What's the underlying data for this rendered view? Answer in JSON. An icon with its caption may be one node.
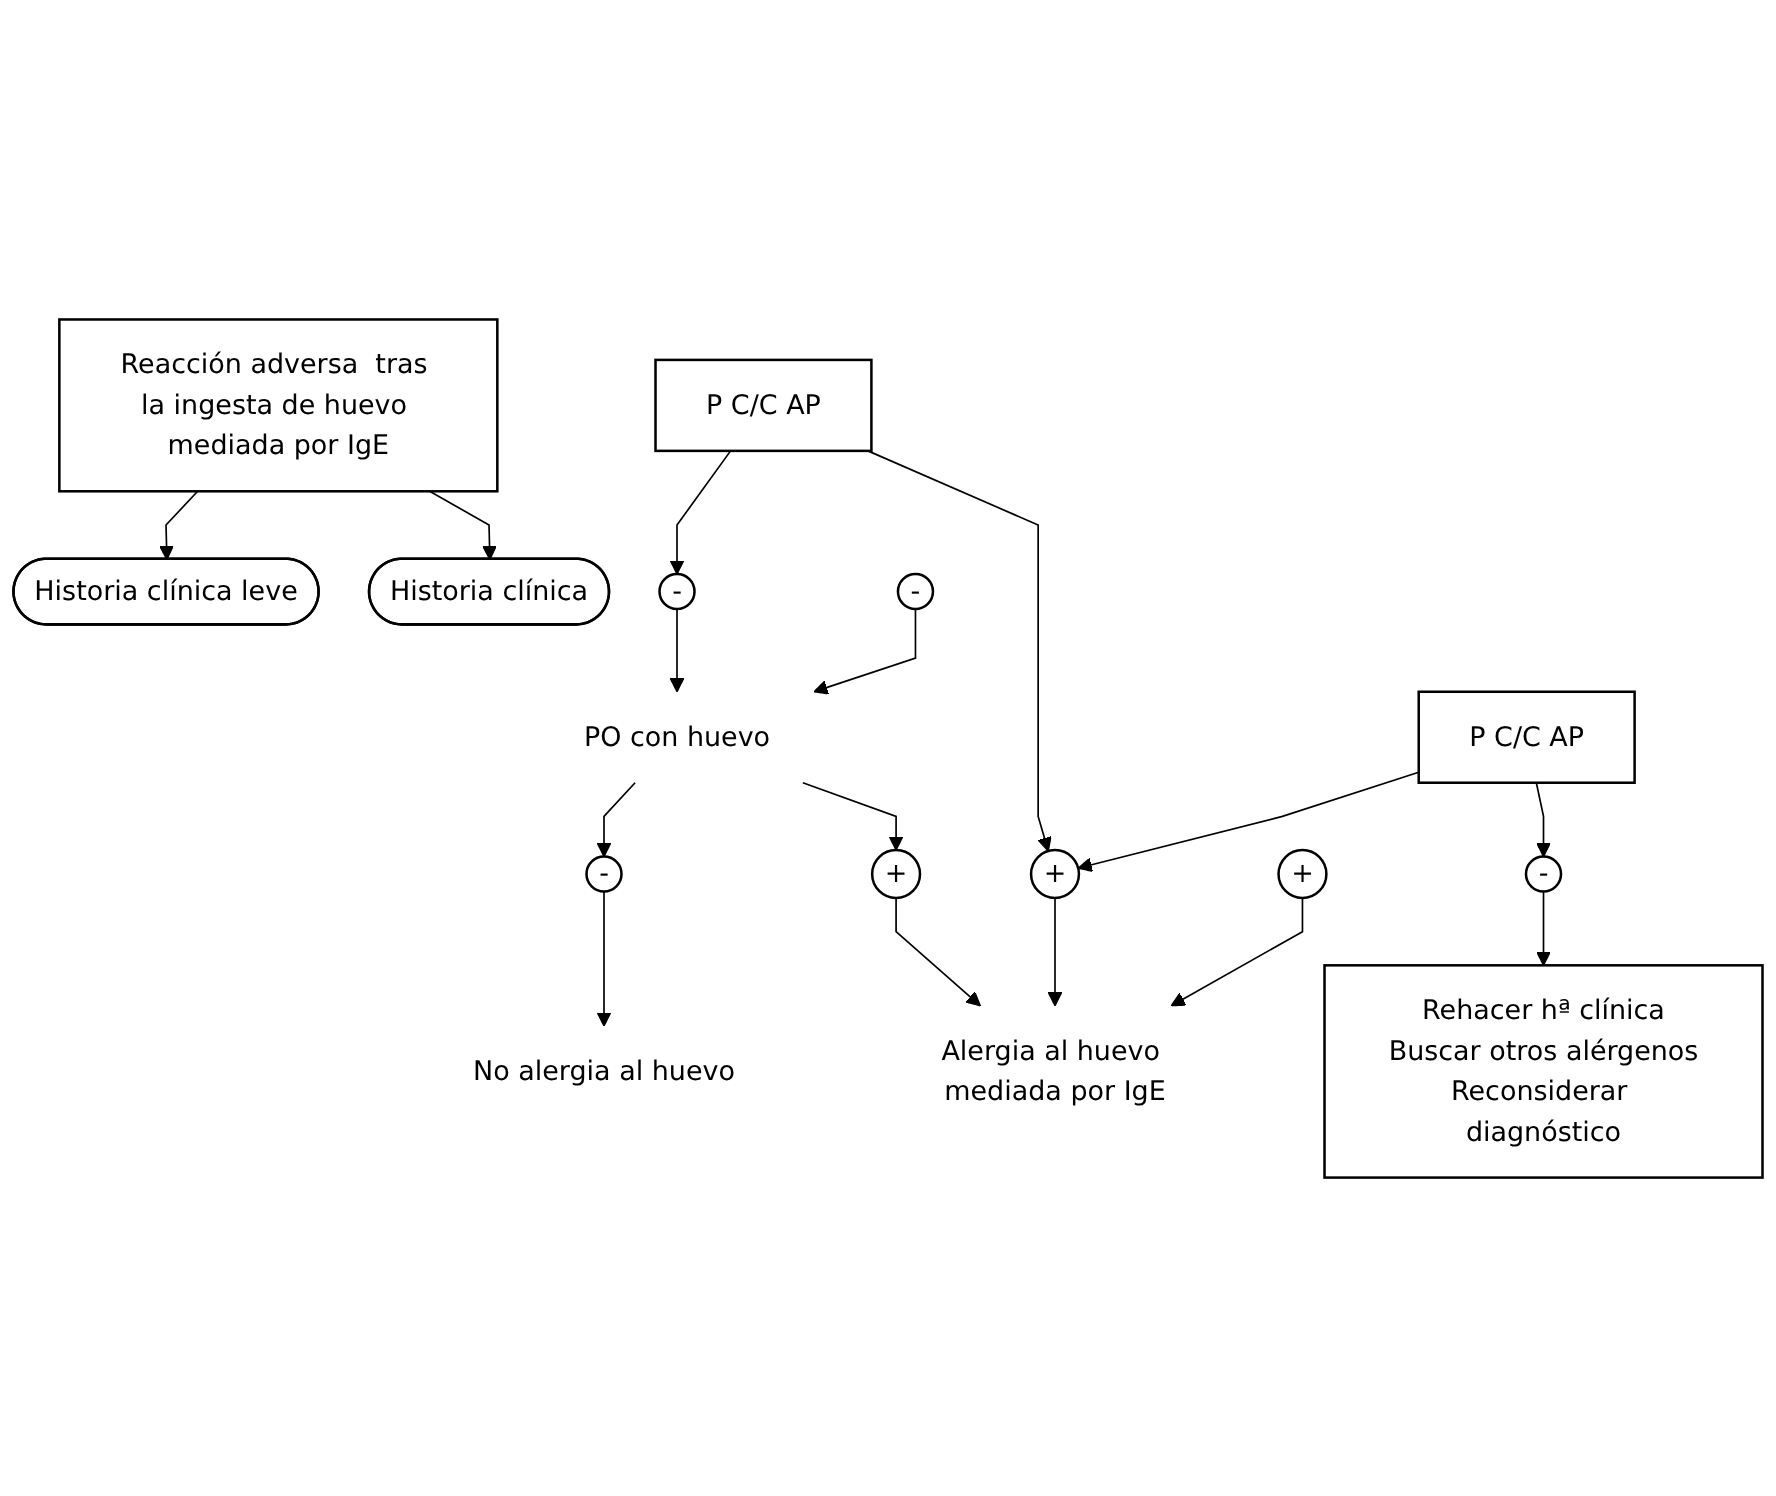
{
  "diagram": {
    "nodes": [
      {
        "text": [
          "Reacción adversa  tras la ingesta de huevo mediada por IgE"
        ]
      },
      {
        "text": [
          "Historia clínica leve"
        ]
      },
      {
        "text": [
          "Historia clínica"
        ]
      },
      {
        "text": [
          "-"
        ]
      },
      {
        "text": [
          "P C/C  AP"
        ]
      },
      {
        "text": [
          "+"
        ]
      },
      {
        "text": [
          "P C/C  AP"
        ]
      },
      {
        "text": [
          "-"
        ]
      },
      {
        "text": [
          "Rehacer hª clínica",
          "Buscar otros alérgenos",
          "Reconsiderar diagnóstico"
        ]
      },
      {
        "text": [
          "-"
        ]
      },
      {
        "text": [
          "PO con huevo"
        ]
      },
      {
        "text": [
          "-"
        ]
      },
      {
        "text": [
          "+"
        ]
      },
      {
        "text": [
          "+"
        ]
      },
      {
        "text": [
          "No alergia al huevo"
        ]
      },
      {
        "text": [
          "Alergia al huevo mediada por IgE"
        ]
      }
    ],
    "edges": [
      {
        "from": 0,
        "to": 1,
        "arrow": "to"
      },
      {
        "from": 0,
        "to": 2,
        "arrow": "to"
      },
      {
        "from": 4,
        "to": 3,
        "arrow": "to"
      },
      {
        "from": 4,
        "to": 5,
        "arrow": "to"
      },
      {
        "from": 6,
        "to": 5,
        "arrow": "to"
      },
      {
        "from": 6,
        "to": 7,
        "arrow": "to"
      },
      {
        "from": 7,
        "to": 8,
        "arrow": "to"
      },
      {
        "from": 3,
        "to": 10,
        "arrow": "to"
      },
      {
        "from": 9,
        "to": 10,
        "arrow": "to"
      },
      {
        "from": 10,
        "to": 11,
        "arrow": "to"
      },
      {
        "from": 10,
        "to": 12,
        "arrow": "to"
      },
      {
        "from": 11,
        "to": 14,
        "arrow": "to"
      },
      {
        "from": 12,
        "to": 15,
        "arrow": "to"
      },
      {
        "from": 5,
        "to": 15,
        "arrow": "to"
      },
      {
        "from": 13,
        "to": 15,
        "arrow": "to"
      }
    ]
  }
}
